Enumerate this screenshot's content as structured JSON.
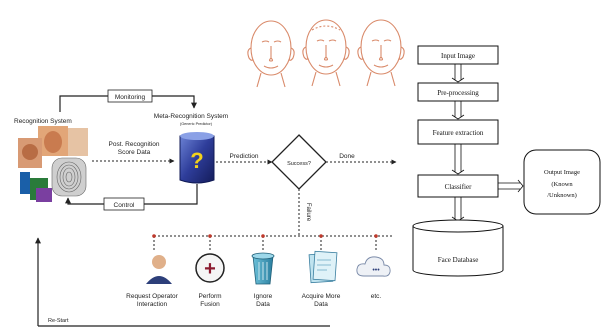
{
  "left_diagram": {
    "recognition_system_title": "Recognition System",
    "meta_title": "Meta-Recognition System",
    "meta_subtitle": "(Generic Predictor)",
    "monitoring": "Monitoring",
    "control": "Control",
    "post_recognition_line1": "Post. Recognition",
    "post_recognition_line2": "Score Data",
    "meta_glyph": "?",
    "prediction": "Prediction",
    "success": "Success?",
    "done": "Done",
    "failure": "Failure",
    "actions": [
      {
        "line1": "Request Operator",
        "line2": "Interaction",
        "icon": "operator-icon"
      },
      {
        "line1": "Perform",
        "line2": "Fusion",
        "icon": "plus-icon"
      },
      {
        "line1": "Ignore",
        "line2": "Data",
        "icon": "trash-icon"
      },
      {
        "line1": "Acquire More",
        "line2": "Data",
        "icon": "document-icon"
      },
      {
        "line1": "etc.",
        "line2": "",
        "icon": "cloud-icon"
      }
    ],
    "bottom_left_line1": "Re-Start",
    "cloud_glyph": "•••",
    "plus_glyph": "+"
  },
  "pipeline": {
    "steps": [
      "Input Image",
      "Pre-processing",
      "Feature extraction",
      "Classifier"
    ],
    "database": "Face Database",
    "output_line1": "Output Image",
    "output_line2": "(Known",
    "output_line3": "/Unknown)"
  },
  "colors": {
    "face_stroke": "#d98a6a",
    "meta_box": "#2e3d9a",
    "question": "#f3d21c"
  }
}
